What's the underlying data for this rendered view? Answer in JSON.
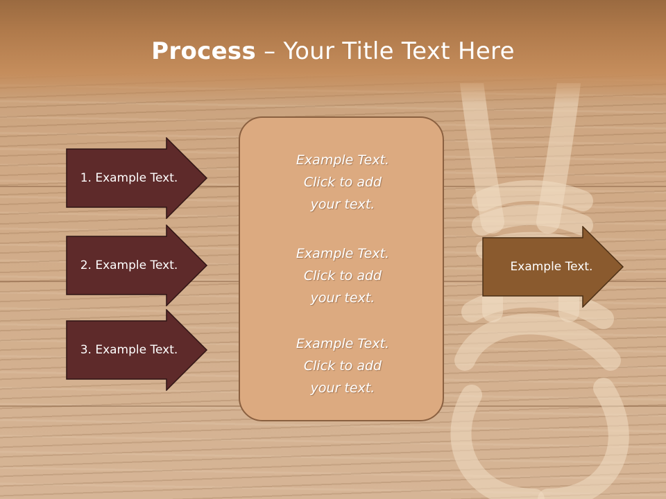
{
  "title": {
    "bold": "Process",
    "rest": " – Your Title Text Here"
  },
  "steps": [
    {
      "label": "1. Example Text."
    },
    {
      "label": "2. Example Text."
    },
    {
      "label": "3. Example Text."
    }
  ],
  "center_blocks": [
    {
      "line1": "Example Text.",
      "line2": "Click  to add",
      "line3": "your text."
    },
    {
      "line1": "Example Text.",
      "line2": "Click  to add",
      "line3": "your text."
    },
    {
      "line1": "Example Text.",
      "line2": "Click  to add",
      "line3": "your text."
    }
  ],
  "output": {
    "label": "Example Text."
  },
  "colors": {
    "step_arrow": "#5e2a2a",
    "output_arrow": "#8a5a2e",
    "center_box": "#dcaa80",
    "header": "#b07a4b"
  }
}
